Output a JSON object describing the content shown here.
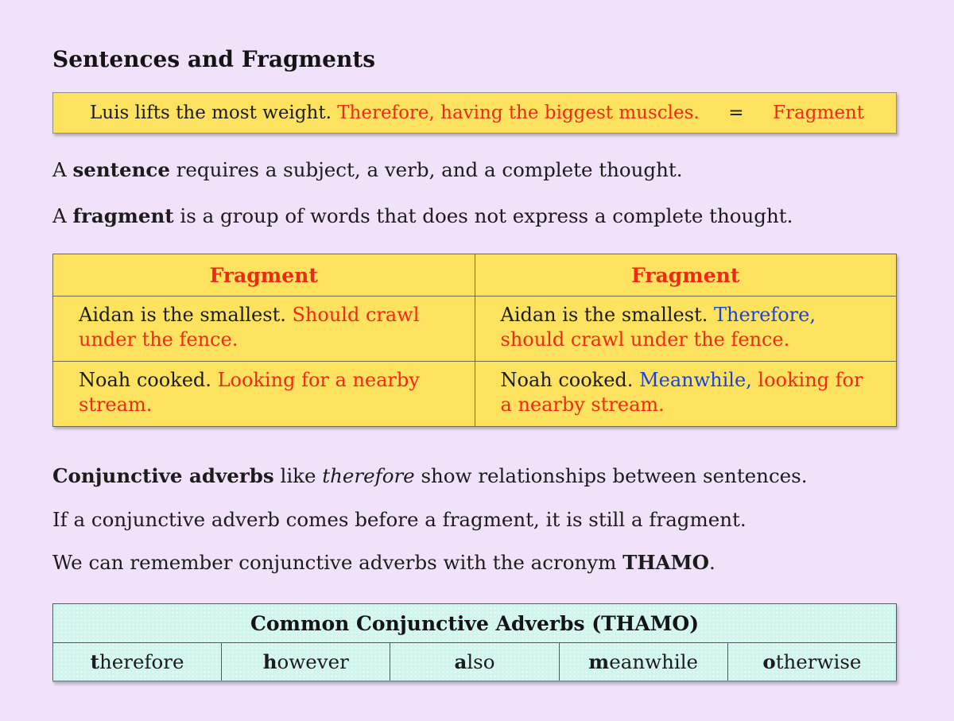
{
  "colors": {
    "background": "#f0e2f8",
    "yellow": "#fce25f",
    "cyan": "#cdf7ed",
    "red": "#ee2a16",
    "blue": "#1d44d2",
    "text": "#1c1c1c"
  },
  "title": "Sentences and Fragments",
  "example_box": {
    "segments": [
      {
        "text": "Luis lifts the most weight. "
      },
      {
        "text": "Therefore, having the biggest muscles.",
        "color": "red"
      },
      {
        "text": "     =     "
      },
      {
        "text": "Fragment",
        "color": "red"
      }
    ]
  },
  "paragraphs": [
    {
      "name": "sentence-definition",
      "segments": [
        {
          "text": "A "
        },
        {
          "text": "sentence",
          "bold": true
        },
        {
          "text": " requires a subject, a verb, and a complete thought."
        }
      ]
    },
    {
      "name": "fragment-definition",
      "segments": [
        {
          "text": "A "
        },
        {
          "text": "fragment",
          "bold": true
        },
        {
          "text": " is a group of words that does not express a complete thought."
        }
      ]
    },
    {
      "name": "conjunctive-adverb-definition",
      "segments": [
        {
          "text": "Conjunctive adverbs",
          "bold": true
        },
        {
          "text": " like "
        },
        {
          "text": "therefore",
          "italic": true
        },
        {
          "text": " show relationships between sentences."
        }
      ]
    },
    {
      "name": "fragment-rule",
      "segments": [
        {
          "text": "If a conjunctive adverb comes before a fragment, it is still a fragment."
        }
      ]
    },
    {
      "name": "thamo-acronym",
      "segments": [
        {
          "text": "We can remember conjunctive adverbs with the acronym "
        },
        {
          "text": "THAMO",
          "bold": true
        },
        {
          "text": "."
        }
      ]
    }
  ],
  "fragment_table": {
    "headers": [
      "Fragment",
      "Fragment"
    ],
    "rows": [
      {
        "left": [
          {
            "text": "Aidan is the smallest. "
          },
          {
            "text": "Should crawl under the fence.",
            "color": "red"
          }
        ],
        "right": [
          {
            "text": "Aidan is the smallest. "
          },
          {
            "text": "Therefore,",
            "color": "blue"
          },
          {
            "text": " should crawl under the fence.",
            "color": "red"
          }
        ]
      },
      {
        "left": [
          {
            "text": "Noah cooked. "
          },
          {
            "text": "Looking for a nearby stream.",
            "color": "red"
          }
        ],
        "right": [
          {
            "text": "Noah cooked. "
          },
          {
            "text": "Meanwhile,",
            "color": "blue"
          },
          {
            "text": " looking for a nearby stream.",
            "color": "red"
          }
        ]
      }
    ]
  },
  "thamo_table": {
    "title": "Common Conjunctive Adverbs (THAMO)",
    "cells": [
      [
        {
          "text": "t",
          "bold": true
        },
        {
          "text": "herefore"
        }
      ],
      [
        {
          "text": "h",
          "bold": true
        },
        {
          "text": "owever"
        }
      ],
      [
        {
          "text": "a",
          "bold": true
        },
        {
          "text": "lso"
        }
      ],
      [
        {
          "text": "m",
          "bold": true
        },
        {
          "text": "eanwhile"
        }
      ],
      [
        {
          "text": "o",
          "bold": true
        },
        {
          "text": "therwise"
        }
      ]
    ]
  }
}
